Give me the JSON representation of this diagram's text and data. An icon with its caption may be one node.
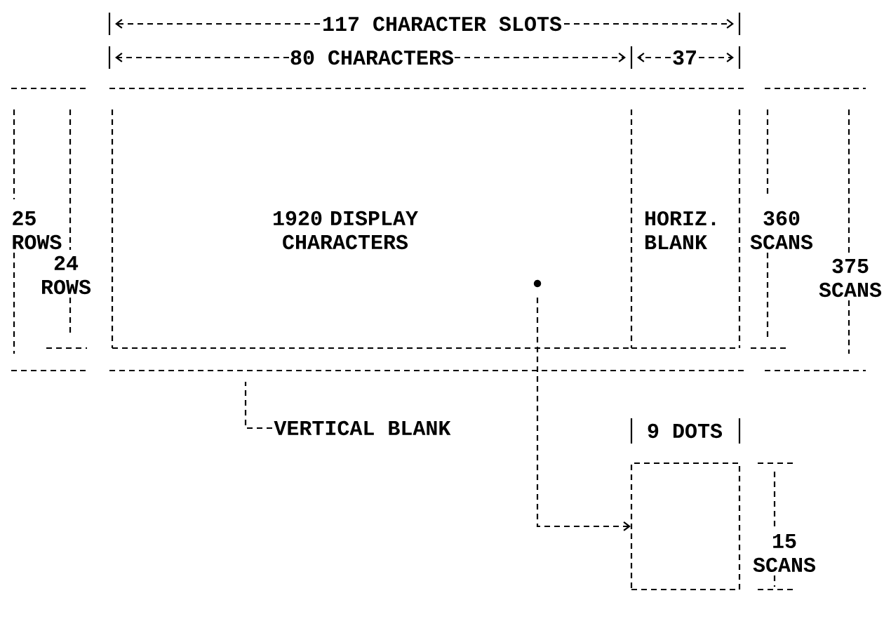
{
  "diagram": {
    "nodes": [
      {
        "text": [
          "1920 DISPLAY CHARACTERS"
        ]
      },
      {
        "text": [
          "HORIZ. BLANK"
        ]
      },
      {
        "text": [
          "VERTICAL BLANK"
        ]
      },
      {
        "text": [],
        "shape": "box"
      }
    ],
    "edges": [
      {
        "from": 0,
        "to": 3,
        "arrow": "to",
        "style": "dashed"
      },
      {
        "from": 2,
        "to": null,
        "arrow": "none",
        "style": "dashed"
      }
    ],
    "labels": [
      "117 CHARACTER SLOTS",
      "80 CHARACTERS",
      "37",
      "25 ROWS",
      "24 ROWS",
      "360 SCANS",
      "375 SCANS",
      "9 DOTS",
      "15 SCANS"
    ]
  }
}
